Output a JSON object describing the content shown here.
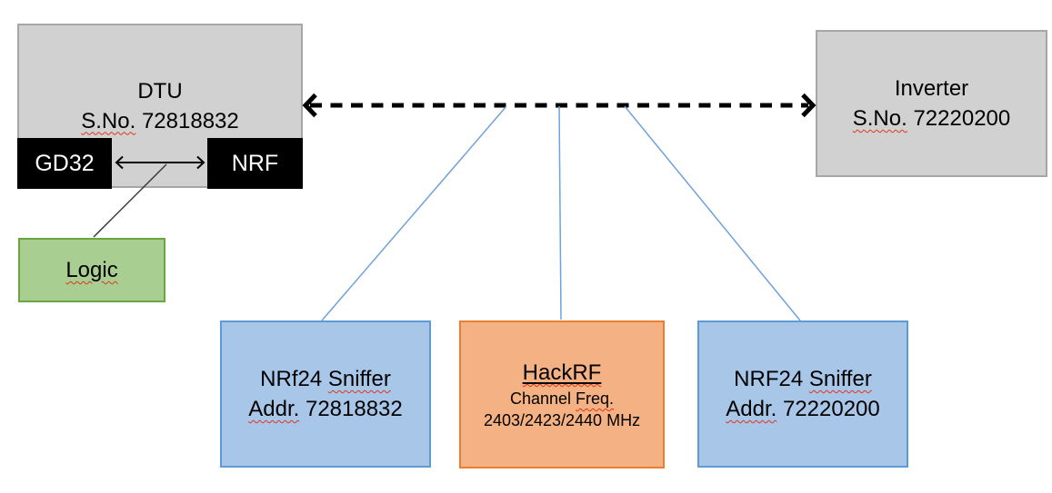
{
  "diagram": {
    "dtu": {
      "title": "DTU",
      "serial_label": "S.No.",
      "serial_number": "72818832"
    },
    "gd32": {
      "label": "GD32"
    },
    "nrf": {
      "label": "NRF"
    },
    "logic": {
      "label": "Logic"
    },
    "inverter": {
      "title": "Inverter",
      "serial_label": "S.No.",
      "serial_number": "72220200"
    },
    "sniffer1": {
      "title_prefix": "NRf24",
      "title_word": "Sniffer",
      "addr_label": "Addr.",
      "addr_number": "72818832"
    },
    "hackrf": {
      "title": "HackRF",
      "channel_word": "Channel",
      "freq_word": "Freq.",
      "frequencies": "2403/2423/2440 MHz"
    },
    "sniffer2": {
      "title_prefix": "NRF24",
      "title_word": "Sniffer",
      "addr_label": "Addr.",
      "addr_number": "72220200"
    }
  },
  "colors": {
    "canvas_bg": "#FFFFFF",
    "gray_fill": "#D1D1D1",
    "gray_border": "#A6A6A6",
    "black_fill": "#000000",
    "black_box_text": "#FFFFFF",
    "green_fill": "#A9CE92",
    "green_border": "#68A63F",
    "blue_fill": "#A7C6E8",
    "blue_border": "#5C9BD5",
    "orange_fill": "#F4B183",
    "orange_border": "#ED7D31",
    "connector_blue": "#6FA2DB",
    "arrow_black": "#000000",
    "thin_line": "#3A3A3A",
    "text_color": "#000000",
    "squiggle_red": "#E0351B"
  }
}
